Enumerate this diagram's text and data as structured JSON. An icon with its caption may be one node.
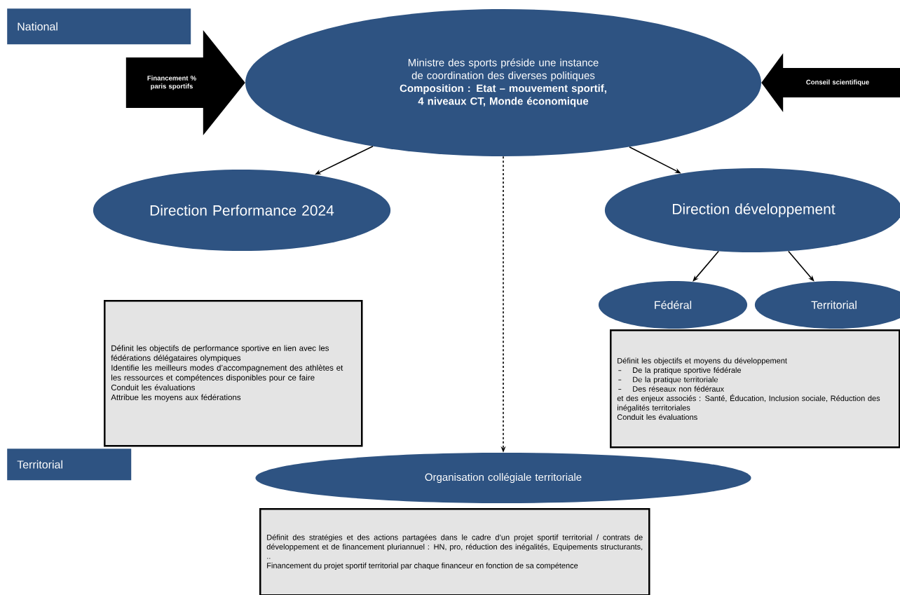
{
  "diagram": {
    "nodes": [
      {
        "text": [
          "National"
        ]
      },
      {
        "text": [
          "Territorial"
        ]
      },
      {
        "text": [
          "Ministre des sports préside une instance de coordination des diverses politiques",
          "Composition : Etat – mouvement sportif, 4 niveaux CT, Monde économique"
        ]
      },
      {
        "text": [
          "Direction Performance 2024"
        ]
      },
      {
        "text": [
          "Direction développement"
        ]
      },
      {
        "text": [
          "Fédéral"
        ]
      },
      {
        "text": [
          "Territorial"
        ]
      },
      {
        "text": [
          "Définit les objectifs de performance sportive en lien avec les fédérations délégataires olympiques",
          "Identifie les meilleurs modes d’accompagnement des athlètes et les ressources et compétences disponibles pour ce faire",
          "Conduit les évaluations",
          "Attribue les moyens aux fédérations"
        ]
      },
      {
        "text": [
          "Définit les objectifs et moyens du développement",
          "De la pratique sportive fédérale",
          "De la pratique territoriale",
          "Des réseaux non fédéraux",
          "et des enjeux associés : Santé, Éducation, Inclusion sociale, Réduction des inégalités territoriales",
          "Conduit les évaluations"
        ]
      },
      {
        "text": [
          "Organisation collégiale territoriale"
        ]
      },
      {
        "text": [
          "Définit des stratégies et des actions partagées dans le cadre d’un projet sportif territorial / contrats de développement et de financement pluriannuel : HN, pro, réduction des inégalités, Equipements structurants, ..",
          "Financement du projet sportif territorial par chaque financeur en fonction de sa compétence"
        ]
      }
    ],
    "edges": [
      {
        "from": null,
        "to": 2,
        "arrow": "to",
        "label": "Financement % paris sportifs",
        "style": "thick"
      },
      {
        "from": null,
        "to": 2,
        "arrow": "to",
        "label": "Conseil scientifique",
        "style": "thick"
      },
      {
        "from": 2,
        "to": 3,
        "arrow": "to"
      },
      {
        "from": 2,
        "to": 4,
        "arrow": "to"
      },
      {
        "from": 2,
        "to": 9,
        "arrow": "to",
        "style": "dashed"
      },
      {
        "from": 4,
        "to": 5,
        "arrow": "to"
      },
      {
        "from": 4,
        "to": 6,
        "arrow": "to"
      }
    ]
  }
}
